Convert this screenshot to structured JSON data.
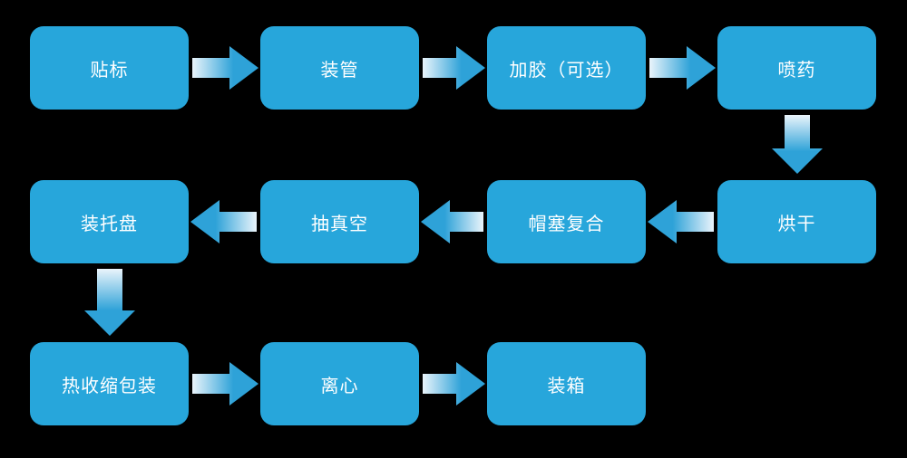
{
  "diagram": {
    "title": "packaging-process-flow",
    "colors": {
      "background": "#000000",
      "node_fill": "#27A6DB",
      "node_text": "#FFFFFF",
      "arrow_tail_light": "#EAF4FB",
      "arrow_head_blue": "#2EA2D8"
    },
    "nodes": [
      {
        "id": "tiebiao",
        "label": "贴标",
        "row": 0,
        "col": 0
      },
      {
        "id": "zhuangguan",
        "label": "装管",
        "row": 0,
        "col": 1
      },
      {
        "id": "jiajiao",
        "label": "加胶（可选）",
        "row": 0,
        "col": 2
      },
      {
        "id": "penyao",
        "label": "喷药",
        "row": 0,
        "col": 3
      },
      {
        "id": "honggan",
        "label": "烘干",
        "row": 1,
        "col": 3
      },
      {
        "id": "maosaifuhe",
        "label": "帽塞复合",
        "row": 1,
        "col": 2
      },
      {
        "id": "chouzhenkong",
        "label": "抽真空",
        "row": 1,
        "col": 1
      },
      {
        "id": "zhuangtuopan",
        "label": "装托盘",
        "row": 1,
        "col": 0
      },
      {
        "id": "reshousuo",
        "label": "热收缩包装",
        "row": 2,
        "col": 0
      },
      {
        "id": "lixin",
        "label": "离心",
        "row": 2,
        "col": 1
      },
      {
        "id": "zhuangxiang",
        "label": "装箱",
        "row": 2,
        "col": 2
      }
    ],
    "edges": [
      {
        "from": "tiebiao",
        "to": "zhuangguan"
      },
      {
        "from": "zhuangguan",
        "to": "jiajiao"
      },
      {
        "from": "jiajiao",
        "to": "penyao"
      },
      {
        "from": "penyao",
        "to": "honggan"
      },
      {
        "from": "honggan",
        "to": "maosaifuhe"
      },
      {
        "from": "maosaifuhe",
        "to": "chouzhenkong"
      },
      {
        "from": "chouzhenkong",
        "to": "zhuangtuopan"
      },
      {
        "from": "zhuangtuopan",
        "to": "reshousuo"
      },
      {
        "from": "reshousuo",
        "to": "lixin"
      },
      {
        "from": "lixin",
        "to": "zhuangxiang"
      }
    ]
  }
}
